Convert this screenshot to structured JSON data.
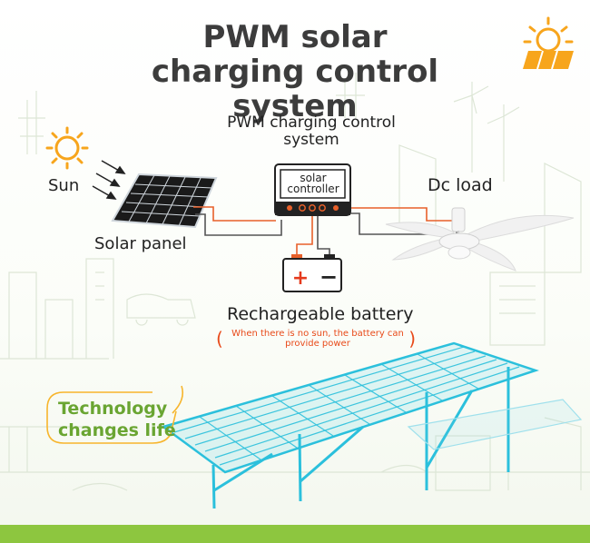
{
  "title": "PWM solar charging control system",
  "controller": {
    "heading": "PWM charging control system",
    "box_text": "solar controller"
  },
  "labels": {
    "sun": "Sun",
    "solar_panel": "Solar panel",
    "dc_load": "Dc load",
    "battery": "Rechargeable battery",
    "battery_note": "When there is no sun, the battery can provide power"
  },
  "battery_terminals": {
    "positive": "+",
    "negative": "−"
  },
  "slogan": "Technology changes life",
  "icons": [
    "sun-icon",
    "solar-panel-icon",
    "controller-icon",
    "battery-icon",
    "ceiling-fan-icon",
    "logo-sun-panel-icon"
  ],
  "colors": {
    "title": "#3c3c3c",
    "accent_orange": "#f7a51c",
    "wire_red": "#e8602a",
    "battery_red": "#e53a1c",
    "slogan_green": "#6aa532",
    "bottom_bar": "#8dc63f",
    "panel_cyan": "#2bc0dc"
  }
}
